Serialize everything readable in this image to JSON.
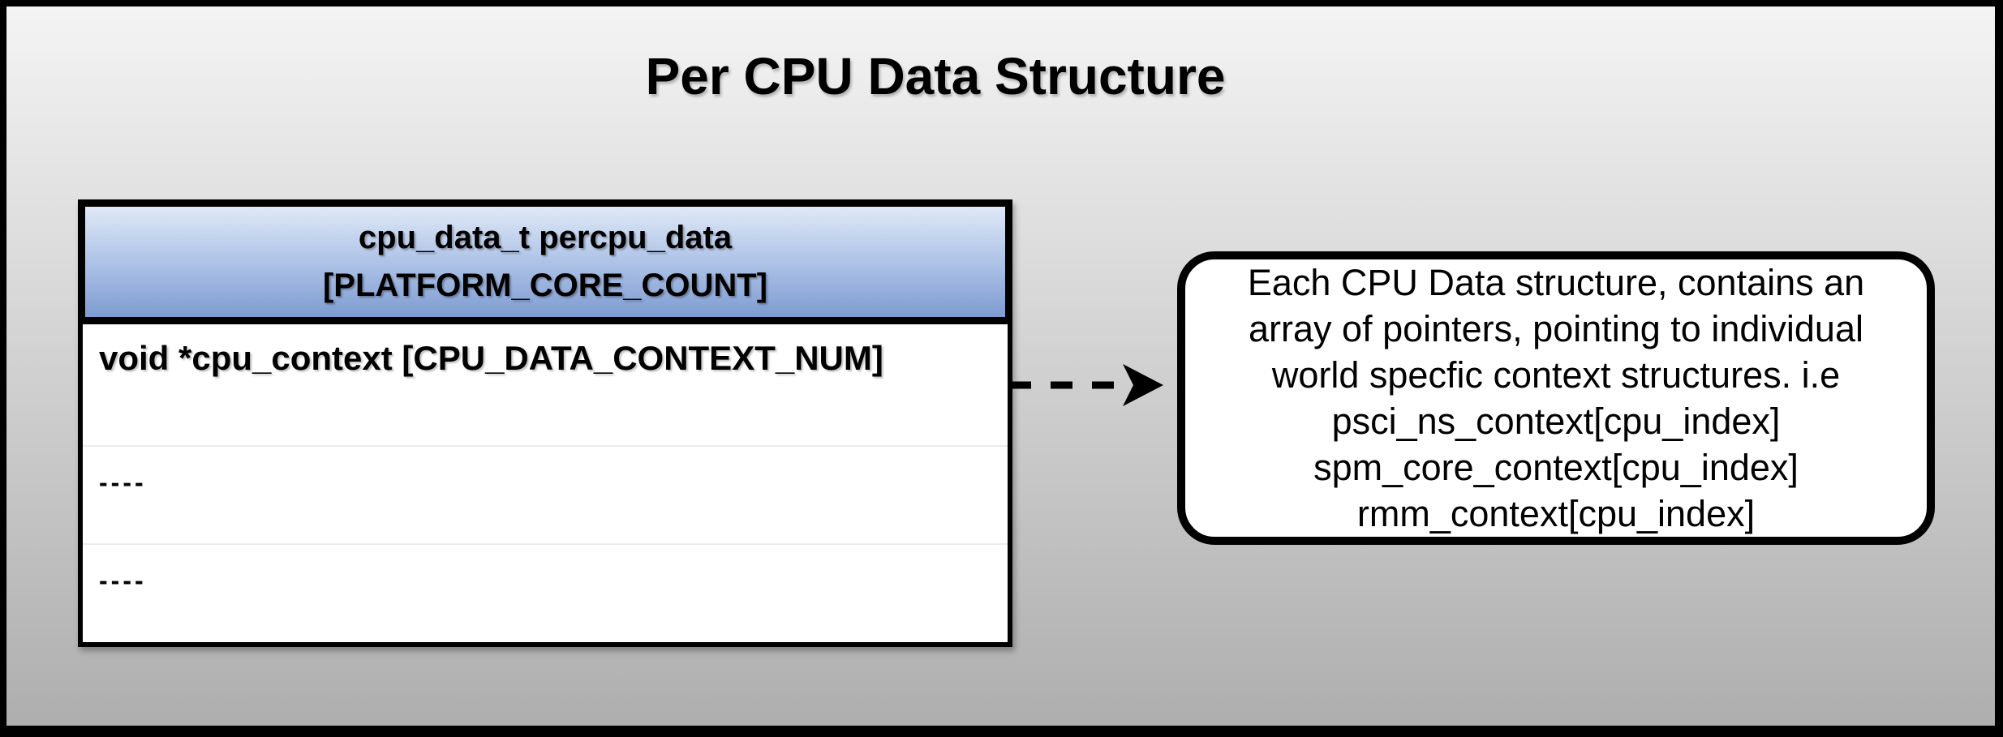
{
  "title": "Per CPU Data Structure",
  "struct_table": {
    "header": {
      "line1": "cpu_data_t percpu_data",
      "line2": "[PLATFORM_CORE_COUNT]"
    },
    "rows": [
      {
        "label": "void *cpu_context [CPU_DATA_CONTEXT_NUM]"
      },
      {
        "label": "----"
      },
      {
        "label": "----"
      }
    ]
  },
  "arrow": {
    "style": "dashed",
    "direction": "right"
  },
  "callout": {
    "lines": [
      "Each CPU Data structure, contains an",
      "array of pointers, pointing to individual",
      "world specfic context structures. i.e",
      "psci_ns_context[cpu_index]",
      "spm_core_context[cpu_index]",
      "rmm_context[cpu_index]"
    ]
  },
  "colors": {
    "background_top": "#f4f4f4",
    "background_bottom": "#aeaeae",
    "frame_border": "#000000",
    "header_gradient_top": "#dde7f6",
    "header_gradient_mid": "#aec3e7",
    "header_gradient_bottom": "#7e9cd1",
    "box_fill": "#ffffff",
    "divider": "#ececec",
    "arrow": "#000000",
    "text": "#000000"
  }
}
